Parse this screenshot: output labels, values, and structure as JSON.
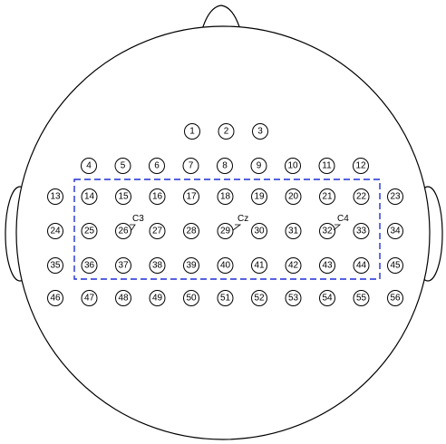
{
  "electrodes": {
    "ref_label": "2",
    "rows": [
      [
        "1",
        "2",
        "3"
      ],
      [
        "4",
        "5",
        "6",
        "7",
        "8",
        "9",
        "10",
        "11",
        "12"
      ],
      [
        "13",
        "14",
        "15",
        "16",
        "17",
        "18",
        "19",
        "20",
        "21",
        "22",
        "23"
      ],
      [
        "24",
        "25",
        "26",
        "27",
        "28",
        "29",
        "30",
        "31",
        "32",
        "33",
        "34"
      ],
      [
        "35",
        "36",
        "37",
        "38",
        "39",
        "40",
        "41",
        "42",
        "43",
        "44",
        "45"
      ],
      [
        "46",
        "47",
        "48",
        "49",
        "50",
        "51",
        "52",
        "53",
        "54",
        "55",
        "56"
      ]
    ]
  },
  "site_labels": {
    "c3": "C3",
    "cz": "Cz",
    "c4": "C4"
  },
  "colors": {
    "outline": "#000000",
    "roi_box": "#1f2fd6"
  }
}
